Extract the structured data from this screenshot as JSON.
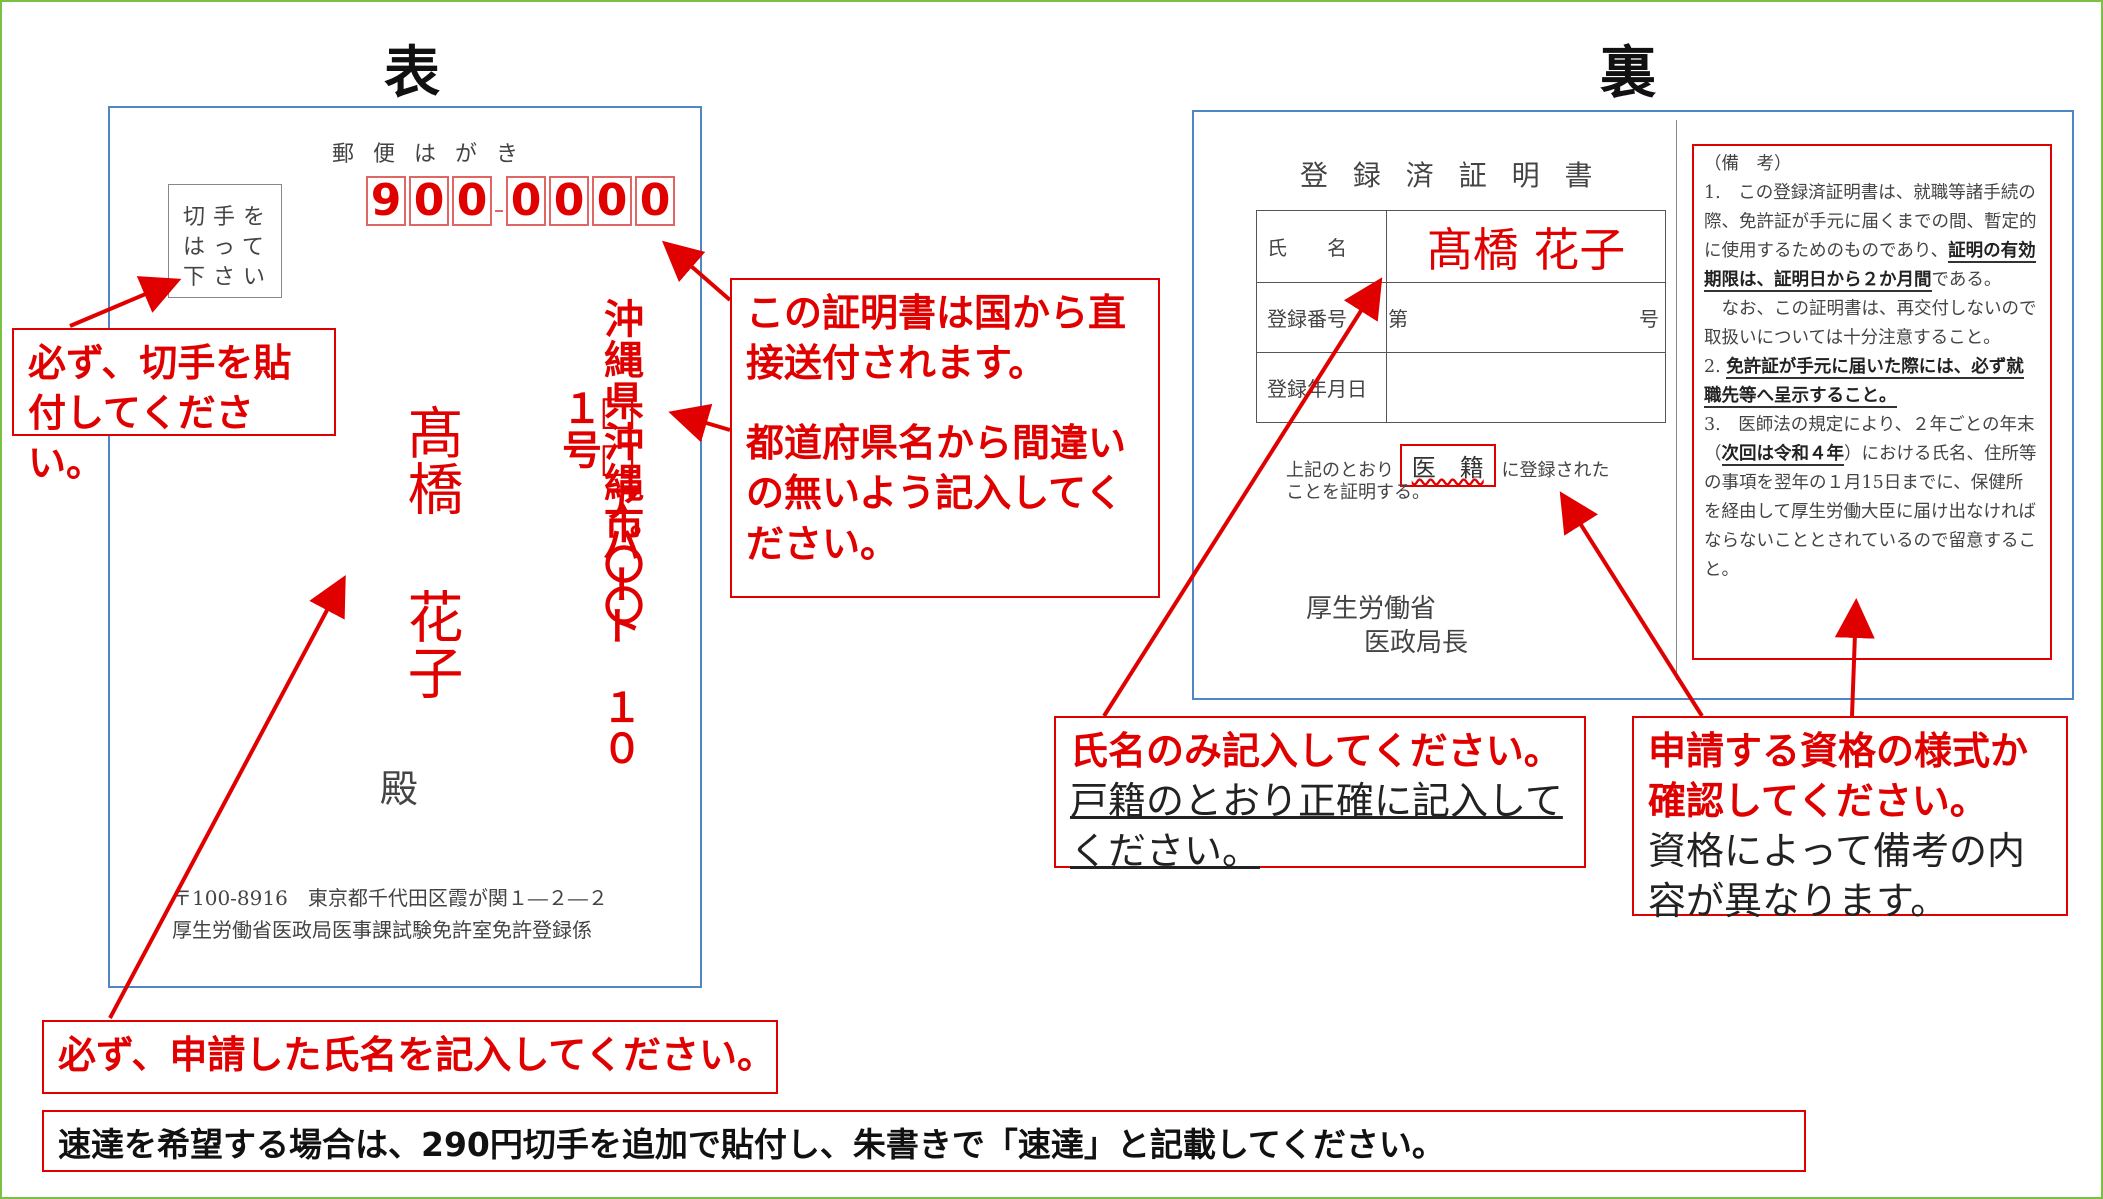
{
  "front": {
    "heading": "表",
    "postcard_label": "郵 便 は が き",
    "zip_digits": [
      "9",
      "0",
      "0",
      "0",
      "0",
      "0",
      "0"
    ],
    "stamp_text": "切手を\nはって\n下さい",
    "recipient_name_line1": "髙橋",
    "recipient_name_line2": "花子",
    "honorific": "殿",
    "address_line1": "沖縄県沖縄市〇〇",
    "address_line2": "□□アパート　１０１号",
    "sender_line1": "〒100-8916　東京都千代田区霞が関１―２―２",
    "sender_line2": "厚生労働省医政局医事課試験免許室免許登録係"
  },
  "back": {
    "heading": "裏",
    "cert_title": "登 録 済 証 明 書",
    "row_name_label": "氏　　名",
    "row_name_value": "髙橋 花子",
    "row_regno_label": "登録番号",
    "row_regno_prefix": "第",
    "row_regno_suffix": "号",
    "row_date_label": "登録年月日",
    "statement_pre": "上記のとおり",
    "statement_field": "医　籍",
    "statement_post": "に登録された",
    "statement_line2": "ことを証明する。",
    "issuer_line1": "厚生労働省",
    "issuer_line2": "医政局長",
    "remarks": {
      "title": "（備　考）",
      "p1_a": "1.　この登録済証明書は、就職等諸手続の際、免許証が手元に届くまでの間、暫定的に使用するためのものであり、",
      "p1_b": "証明の有効期限は、証明日から２か月間",
      "p1_c": "である。",
      "p1_d": "なお、この証明書は、再交付しないので取扱いについては十分注意すること。",
      "p2_a": "2.",
      "p2_b": "免許証が手元に届いた際には、必ず就職先等へ呈示すること。",
      "p3_a": "3.　医師法の規定により、２年ごとの年末（",
      "p3_b": "次回は令和４年",
      "p3_c": "）における氏名、住所等の事項を翌年の１月15日までに、保健所を経由して厚生労働大臣に届け出なければならないこととされているので留意すること。"
    }
  },
  "callouts": {
    "stamp": "必ず、切手を貼付してください。",
    "direct_1": "この証明書は国から直接送付されます。",
    "direct_2": "都道府県名から間違いの無いよう記入してください。",
    "name_front": "必ず、申請した氏名を記入してください。",
    "name_back_bold": "氏名のみ記入してください。",
    "name_back_note": "戸籍のとおり正確に記入してください。",
    "qual_bold": "申請する資格の様式か確認してください。",
    "qual_note": "資格によって備考の内容が異なります。",
    "express": "速達を希望する場合は、290円切手を追加で貼付し、朱書きで「速達」と記載してください。"
  },
  "colors": {
    "accent_red": "#e00000",
    "frame_green": "#7ac143",
    "card_blue": "#4f86c6"
  }
}
